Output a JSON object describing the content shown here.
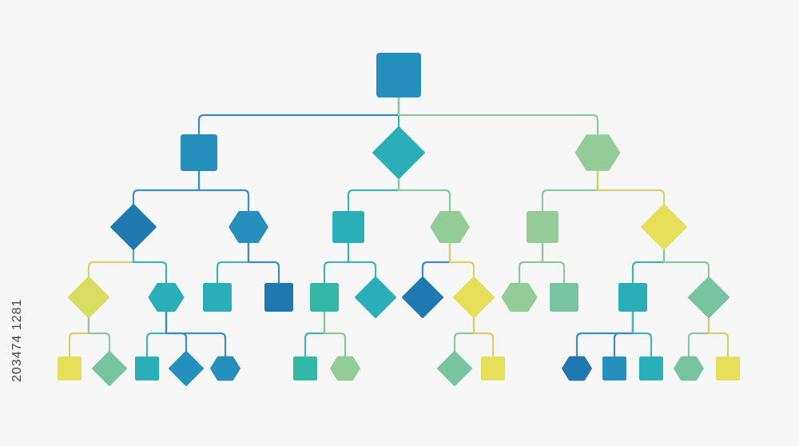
{
  "side_text": "203474 1281",
  "colors": {
    "deep_blue": "#1f78b0",
    "blue": "#2690bd",
    "teal": "#2aafb9",
    "turquoise": "#34b8a6",
    "mint": "#78c4a2",
    "sage": "#94cc98",
    "lime_yellow": "#d9dd61",
    "yellow": "#e6df5a",
    "line_blue": "#3a8fc0",
    "line_teal": "#42b3b7",
    "line_green": "#8cc8a0",
    "line_yellow": "#d4d468"
  },
  "tree": {
    "id": "root",
    "shape": "square",
    "color": "blue",
    "children": [
      {
        "id": "a",
        "shape": "square",
        "color": "blue",
        "children": [
          {
            "id": "a1",
            "shape": "diamond",
            "color": "deep_blue",
            "children": [
              {
                "id": "a1a",
                "shape": "diamond",
                "color": "lime_yellow",
                "children": [
                  {
                    "id": "a1a1",
                    "shape": "square",
                    "color": "yellow"
                  },
                  {
                    "id": "a1a2",
                    "shape": "diamond",
                    "color": "mint"
                  }
                ]
              },
              {
                "id": "a1b",
                "shape": "hexagon",
                "color": "teal",
                "children": [
                  {
                    "id": "a1b1",
                    "shape": "square",
                    "color": "teal"
                  },
                  {
                    "id": "a1b2",
                    "shape": "diamond",
                    "color": "blue"
                  },
                  {
                    "id": "a1b3",
                    "shape": "hexagon",
                    "color": "blue"
                  }
                ]
              }
            ]
          },
          {
            "id": "a2",
            "shape": "hexagon",
            "color": "blue",
            "children": [
              {
                "id": "a2a",
                "shape": "square",
                "color": "teal"
              },
              {
                "id": "a2b",
                "shape": "square",
                "color": "deep_blue"
              }
            ]
          }
        ]
      },
      {
        "id": "b",
        "shape": "diamond",
        "color": "teal",
        "children": [
          {
            "id": "b1",
            "shape": "square",
            "color": "teal",
            "children": [
              {
                "id": "b1a",
                "shape": "square",
                "color": "turquoise",
                "children": [
                  {
                    "id": "b1a1",
                    "shape": "square",
                    "color": "turquoise"
                  },
                  {
                    "id": "b1a2",
                    "shape": "hexagon",
                    "color": "sage"
                  }
                ]
              },
              {
                "id": "b1b",
                "shape": "diamond",
                "color": "teal"
              }
            ]
          },
          {
            "id": "b2",
            "shape": "hexagon",
            "color": "sage",
            "children": [
              {
                "id": "b2a",
                "shape": "diamond",
                "color": "deep_blue"
              },
              {
                "id": "b2b",
                "shape": "diamond",
                "color": "yellow",
                "children": [
                  {
                    "id": "b2b1",
                    "shape": "diamond",
                    "color": "mint"
                  },
                  {
                    "id": "b2b2",
                    "shape": "square",
                    "color": "yellow"
                  }
                ]
              }
            ]
          }
        ]
      },
      {
        "id": "c",
        "shape": "hexagon",
        "color": "sage",
        "children": [
          {
            "id": "c1",
            "shape": "square",
            "color": "sage",
            "children": [
              {
                "id": "c1a",
                "shape": "hexagon",
                "color": "sage"
              },
              {
                "id": "c1b",
                "shape": "square",
                "color": "mint"
              }
            ]
          },
          {
            "id": "c2",
            "shape": "diamond",
            "color": "yellow",
            "children": [
              {
                "id": "c2a",
                "shape": "square",
                "color": "teal",
                "children": [
                  {
                    "id": "c2a1",
                    "shape": "hexagon",
                    "color": "deep_blue"
                  },
                  {
                    "id": "c2a2",
                    "shape": "square",
                    "color": "blue"
                  },
                  {
                    "id": "c2a3",
                    "shape": "square",
                    "color": "teal"
                  }
                ]
              },
              {
                "id": "c2b",
                "shape": "diamond",
                "color": "mint",
                "children": [
                  {
                    "id": "c2b1",
                    "shape": "hexagon",
                    "color": "mint"
                  },
                  {
                    "id": "c2b2",
                    "shape": "square",
                    "color": "yellow"
                  }
                ]
              }
            ]
          }
        ]
      }
    ]
  }
}
